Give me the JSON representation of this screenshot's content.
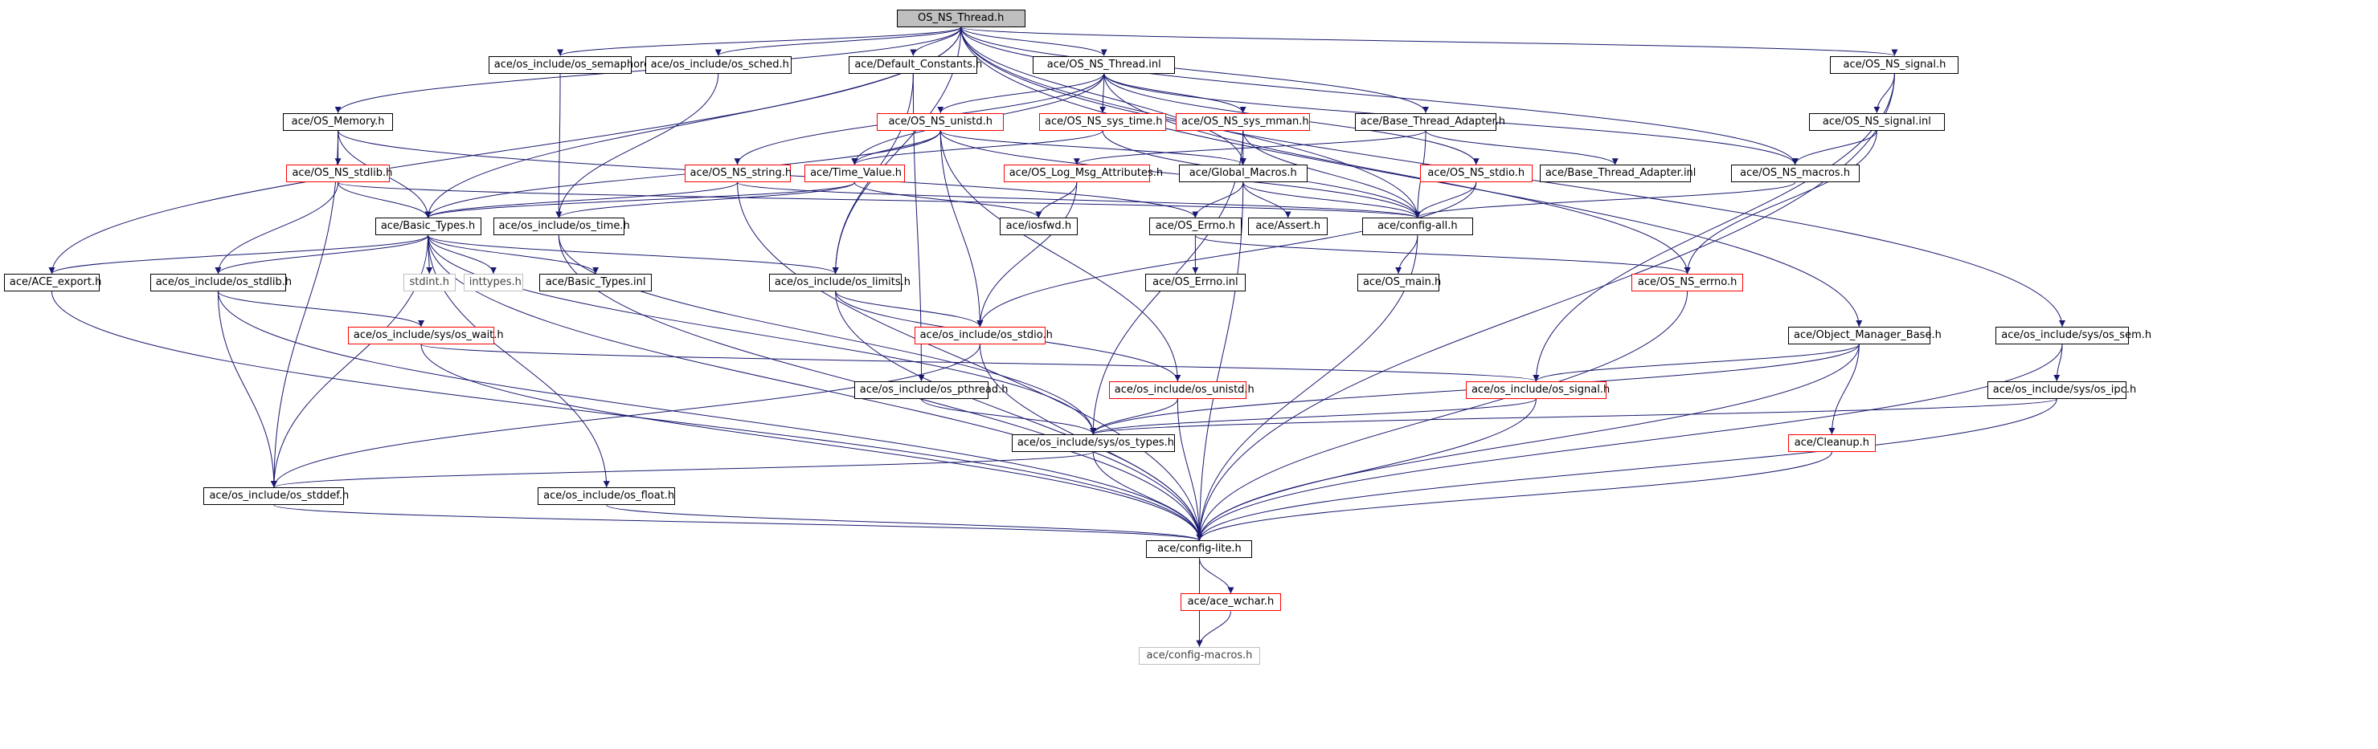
{
  "diagram": {
    "edge_color": "#191970",
    "nodes": [
      {
        "id": "root",
        "label": "OS_NS_Thread.h",
        "style": "root"
      },
      {
        "id": "ace_export",
        "label": "ace/ACE_export.h",
        "style": "normal"
      },
      {
        "id": "os_memory",
        "label": "ace/OS_Memory.h",
        "style": "normal"
      },
      {
        "id": "os_semaphore",
        "label": "ace/os_include/os_semaphore.h",
        "style": "normal"
      },
      {
        "id": "os_sched",
        "label": "ace/os_include/os_sched.h",
        "style": "normal"
      },
      {
        "id": "default_constants",
        "label": "ace/Default_Constants.h",
        "style": "normal"
      },
      {
        "id": "thread_inl",
        "label": "ace/OS_NS_Thread.inl",
        "style": "normal"
      },
      {
        "id": "signal_h",
        "label": "ace/OS_NS_signal.h",
        "style": "normal"
      },
      {
        "id": "ns_stdlib",
        "label": "ace/OS_NS_stdlib.h",
        "style": "red"
      },
      {
        "id": "ns_unistd",
        "label": "ace/OS_NS_unistd.h",
        "style": "red"
      },
      {
        "id": "sys_time",
        "label": "ace/OS_NS_sys_time.h",
        "style": "red"
      },
      {
        "id": "sys_mman",
        "label": "ace/OS_NS_sys_mman.h",
        "style": "red"
      },
      {
        "id": "bta_h",
        "label": "ace/Base_Thread_Adapter.h",
        "style": "normal"
      },
      {
        "id": "signal_inl",
        "label": "ace/OS_NS_signal.inl",
        "style": "normal"
      },
      {
        "id": "ns_string",
        "label": "ace/OS_NS_string.h",
        "style": "red"
      },
      {
        "id": "time_value",
        "label": "ace/Time_Value.h",
        "style": "red"
      },
      {
        "id": "log_msg",
        "label": "ace/OS_Log_Msg_Attributes.h",
        "style": "red"
      },
      {
        "id": "global_macros",
        "label": "ace/Global_Macros.h",
        "style": "normal"
      },
      {
        "id": "ns_stdio",
        "label": "ace/OS_NS_stdio.h",
        "style": "red"
      },
      {
        "id": "bta_inl",
        "label": "ace/Base_Thread_Adapter.inl",
        "style": "normal"
      },
      {
        "id": "ns_macros",
        "label": "ace/OS_NS_macros.h",
        "style": "normal"
      },
      {
        "id": "basic_types",
        "label": "ace/Basic_Types.h",
        "style": "normal"
      },
      {
        "id": "os_time",
        "label": "ace/os_include/os_time.h",
        "style": "normal"
      },
      {
        "id": "iosfwd",
        "label": "ace/iosfwd.h",
        "style": "normal"
      },
      {
        "id": "os_errno",
        "label": "ace/OS_Errno.h",
        "style": "normal"
      },
      {
        "id": "assert_h",
        "label": "ace/Assert.h",
        "style": "normal"
      },
      {
        "id": "config_all",
        "label": "ace/config-all.h",
        "style": "normal"
      },
      {
        "id": "os_stdlib",
        "label": "ace/os_include/os_stdlib.h",
        "style": "normal"
      },
      {
        "id": "stdint",
        "label": "stdint.h",
        "style": "gray"
      },
      {
        "id": "inttypes",
        "label": "inttypes.h",
        "style": "gray"
      },
      {
        "id": "basic_types_inl",
        "label": "ace/Basic_Types.inl",
        "style": "normal"
      },
      {
        "id": "os_limits",
        "label": "ace/os_include/os_limits.h",
        "style": "normal"
      },
      {
        "id": "os_errno_inl",
        "label": "ace/OS_Errno.inl",
        "style": "normal"
      },
      {
        "id": "os_main",
        "label": "ace/OS_main.h",
        "style": "normal"
      },
      {
        "id": "ns_errno",
        "label": "ace/OS_NS_errno.h",
        "style": "red"
      },
      {
        "id": "os_wait",
        "label": "ace/os_include/sys/os_wait.h",
        "style": "red"
      },
      {
        "id": "os_stdio",
        "label": "ace/os_include/os_stdio.h",
        "style": "red"
      },
      {
        "id": "omb",
        "label": "ace/Object_Manager_Base.h",
        "style": "normal"
      },
      {
        "id": "os_sem",
        "label": "ace/os_include/sys/os_sem.h",
        "style": "normal"
      },
      {
        "id": "os_pthread",
        "label": "ace/os_include/os_pthread.h",
        "style": "normal"
      },
      {
        "id": "os_unistd",
        "label": "ace/os_include/os_unistd.h",
        "style": "red"
      },
      {
        "id": "os_signal",
        "label": "ace/os_include/os_signal.h",
        "style": "red"
      },
      {
        "id": "os_ipc",
        "label": "ace/os_include/sys/os_ipc.h",
        "style": "normal"
      },
      {
        "id": "sys_types",
        "label": "ace/os_include/sys/os_types.h",
        "style": "normal"
      },
      {
        "id": "cleanup",
        "label": "ace/Cleanup.h",
        "style": "red"
      },
      {
        "id": "os_stddef",
        "label": "ace/os_include/os_stddef.h",
        "style": "normal"
      },
      {
        "id": "os_float",
        "label": "ace/os_include/os_float.h",
        "style": "normal"
      },
      {
        "id": "config_lite",
        "label": "ace/config-lite.h",
        "style": "normal"
      },
      {
        "id": "ace_wchar",
        "label": "ace/ace_wchar.h",
        "style": "red"
      },
      {
        "id": "config_macros",
        "label": "ace/config-macros.h",
        "style": "gray"
      }
    ],
    "edges": [
      [
        "root",
        "ace_export"
      ],
      [
        "root",
        "os_memory"
      ],
      [
        "root",
        "basic_types"
      ],
      [
        "root",
        "os_semaphore"
      ],
      [
        "root",
        "os_sched"
      ],
      [
        "root",
        "default_constants"
      ],
      [
        "root",
        "thread_inl"
      ],
      [
        "root",
        "os_limits"
      ],
      [
        "root",
        "config_all"
      ],
      [
        "root",
        "bta_h"
      ],
      [
        "root",
        "signal_h"
      ],
      [
        "root",
        "os_sem"
      ],
      [
        "root",
        "omb"
      ],
      [
        "root",
        "ns_macros"
      ],
      [
        "root",
        "global_macros"
      ],
      [
        "os_memory",
        "ns_stdlib"
      ],
      [
        "os_memory",
        "basic_types"
      ],
      [
        "os_memory",
        "os_stddef"
      ],
      [
        "os_memory",
        "os_errno"
      ],
      [
        "ns_stdlib",
        "basic_types"
      ],
      [
        "ns_stdlib",
        "os_stdlib"
      ],
      [
        "ns_stdlib",
        "config_all"
      ],
      [
        "os_semaphore",
        "os_time"
      ],
      [
        "os_sched",
        "os_time"
      ],
      [
        "default_constants",
        "os_limits"
      ],
      [
        "default_constants",
        "os_pthread"
      ],
      [
        "thread_inl",
        "ns_unistd"
      ],
      [
        "thread_inl",
        "sys_time"
      ],
      [
        "thread_inl",
        "sys_mman"
      ],
      [
        "thread_inl",
        "ns_string"
      ],
      [
        "thread_inl",
        "time_value"
      ],
      [
        "thread_inl",
        "ns_stdio"
      ],
      [
        "thread_inl",
        "ns_errno"
      ],
      [
        "thread_inl",
        "ns_macros"
      ],
      [
        "ns_unistd",
        "basic_types"
      ],
      [
        "ns_unistd",
        "time_value"
      ],
      [
        "ns_unistd",
        "global_macros"
      ],
      [
        "ns_unistd",
        "os_stdio"
      ],
      [
        "ns_unistd",
        "os_unistd"
      ],
      [
        "ns_unistd",
        "config_all"
      ],
      [
        "sys_time",
        "time_value"
      ],
      [
        "sys_time",
        "config_all"
      ],
      [
        "sys_mman",
        "global_macros"
      ],
      [
        "sys_mman",
        "config_all"
      ],
      [
        "sys_mman",
        "sys_types"
      ],
      [
        "ns_string",
        "basic_types"
      ],
      [
        "ns_string",
        "config_lite"
      ],
      [
        "ns_string",
        "config_all"
      ],
      [
        "time_value",
        "basic_types"
      ],
      [
        "time_value",
        "iosfwd"
      ],
      [
        "time_value",
        "os_time"
      ],
      [
        "bta_h",
        "log_msg"
      ],
      [
        "bta_h",
        "bta_inl"
      ],
      [
        "bta_h",
        "config_all"
      ],
      [
        "log_msg",
        "iosfwd"
      ],
      [
        "log_msg",
        "os_stdio"
      ],
      [
        "global_macros",
        "os_errno"
      ],
      [
        "global_macros",
        "assert_h"
      ],
      [
        "global_macros",
        "config_all"
      ],
      [
        "global_macros",
        "config_lite"
      ],
      [
        "ns_stdio",
        "config_all"
      ],
      [
        "ns_stdio",
        "os_stdio"
      ],
      [
        "signal_h",
        "signal_inl"
      ],
      [
        "signal_h",
        "os_signal"
      ],
      [
        "signal_h",
        "config_lite"
      ],
      [
        "signal_inl",
        "ns_macros"
      ],
      [
        "signal_inl",
        "ns_errno"
      ],
      [
        "ns_macros",
        "config_all"
      ],
      [
        "basic_types",
        "ace_export"
      ],
      [
        "basic_types",
        "os_stdlib"
      ],
      [
        "basic_types",
        "stdint"
      ],
      [
        "basic_types",
        "inttypes"
      ],
      [
        "basic_types",
        "basic_types_inl"
      ],
      [
        "basic_types",
        "os_limits"
      ],
      [
        "basic_types",
        "os_float"
      ],
      [
        "basic_types",
        "os_stddef"
      ],
      [
        "basic_types",
        "config_lite"
      ],
      [
        "basic_types",
        "sys_types"
      ],
      [
        "os_time",
        "config_lite"
      ],
      [
        "os_time",
        "sys_types"
      ],
      [
        "os_errno",
        "os_errno_inl"
      ],
      [
        "os_errno",
        "ns_errno"
      ],
      [
        "config_all",
        "os_main"
      ],
      [
        "config_all",
        "config_lite"
      ],
      [
        "ace_export",
        "config_lite"
      ],
      [
        "os_stdlib",
        "os_wait"
      ],
      [
        "os_stdlib",
        "os_stddef"
      ],
      [
        "os_stdlib",
        "config_lite"
      ],
      [
        "os_limits",
        "os_stdio"
      ],
      [
        "os_limits",
        "os_unistd"
      ],
      [
        "os_limits",
        "config_lite"
      ],
      [
        "ns_errno",
        "config_lite"
      ],
      [
        "os_wait",
        "os_signal"
      ],
      [
        "os_wait",
        "config_lite"
      ],
      [
        "os_stdio",
        "os_stddef"
      ],
      [
        "os_stdio",
        "config_lite"
      ],
      [
        "omb",
        "os_signal"
      ],
      [
        "omb",
        "sys_types"
      ],
      [
        "omb",
        "cleanup"
      ],
      [
        "omb",
        "config_lite"
      ],
      [
        "os_sem",
        "os_ipc"
      ],
      [
        "os_sem",
        "config_lite"
      ],
      [
        "os_pthread",
        "sys_types"
      ],
      [
        "os_unistd",
        "sys_types"
      ],
      [
        "os_unistd",
        "config_lite"
      ],
      [
        "os_signal",
        "sys_types"
      ],
      [
        "os_signal",
        "config_lite"
      ],
      [
        "os_ipc",
        "sys_types"
      ],
      [
        "os_ipc",
        "config_lite"
      ],
      [
        "sys_types",
        "os_stddef"
      ],
      [
        "sys_types",
        "config_lite"
      ],
      [
        "cleanup",
        "config_lite"
      ],
      [
        "os_stddef",
        "config_lite"
      ],
      [
        "os_float",
        "config_lite"
      ],
      [
        "config_lite",
        "ace_wchar"
      ],
      [
        "config_lite",
        "config_macros"
      ],
      [
        "ace_wchar",
        "config_macros"
      ]
    ]
  }
}
